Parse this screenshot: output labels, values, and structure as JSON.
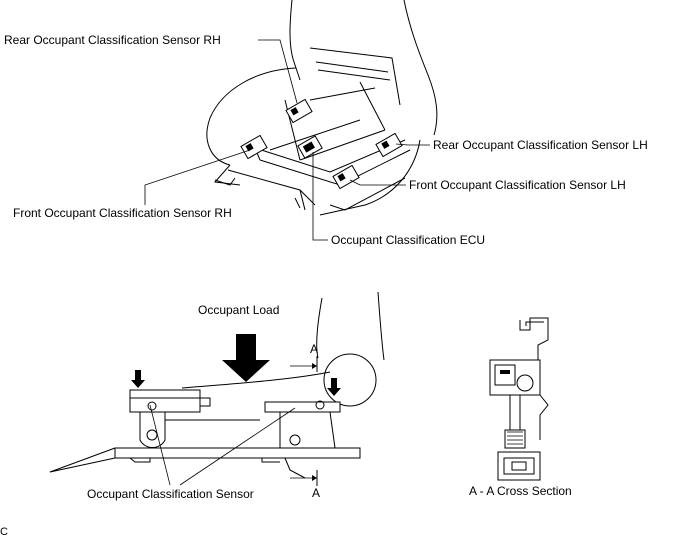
{
  "labels": {
    "rear_rh": "Rear Occupant Classification Sensor RH",
    "rear_lh": "Rear Occupant Classification Sensor LH",
    "front_lh": "Front Occupant Classification Sensor LH",
    "front_rh": "Front Occupant Classification Sensor RH",
    "ecu": "Occupant Classification ECU",
    "occupant_load": "Occupant Load",
    "section_mark_top": "A",
    "section_mark_bottom": "A",
    "sensor": "Occupant Classification Sensor",
    "cross_section": "A - A Cross Section",
    "figure_code": "C"
  }
}
